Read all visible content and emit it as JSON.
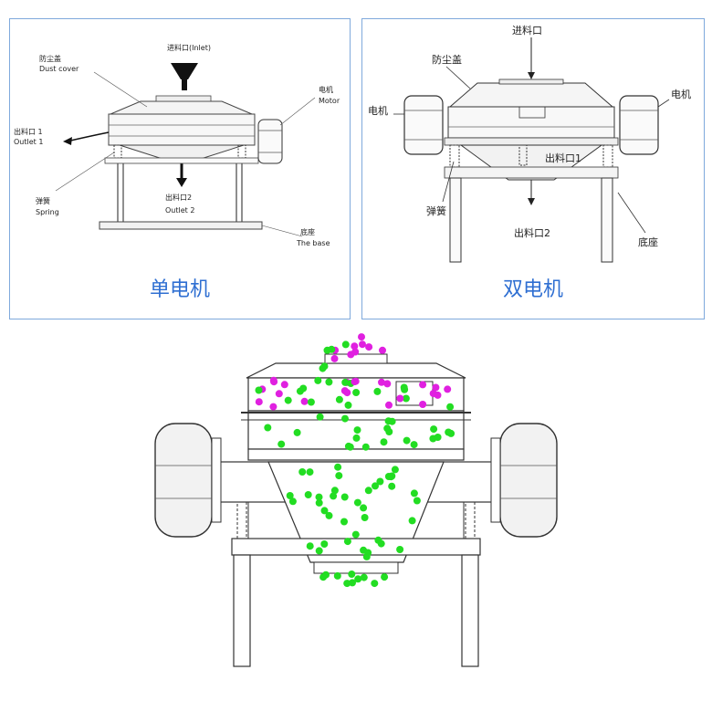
{
  "single": {
    "caption": "单电机",
    "labels": {
      "inlet": "进料口(Inlet)",
      "dust_cn": "防尘盖",
      "dust_en": "Dust cover",
      "motor_cn": "电机",
      "motor_en": "Motor",
      "outlet1_cn": "出料口 1",
      "outlet1_en": "Outlet 1",
      "outlet2_cn": "出料口2",
      "outlet2_en": "Outlet 2",
      "spring_cn": "弹簧",
      "spring_en": "Spring",
      "base_cn": "底座",
      "base_en": "The base"
    }
  },
  "dual": {
    "caption": "双电机",
    "labels": {
      "inlet": "进料口",
      "dust": "防尘盖",
      "motor_left": "电机",
      "motor_right": "电机",
      "outlet1": "出料口1",
      "spring": "弹簧",
      "outlet2": "出料口2",
      "base": "底座"
    }
  },
  "colors": {
    "accent": "#2f6fd2",
    "border": "#7fa9dc",
    "particle_green": "#22dd22",
    "particle_magenta": "#e020e0"
  }
}
